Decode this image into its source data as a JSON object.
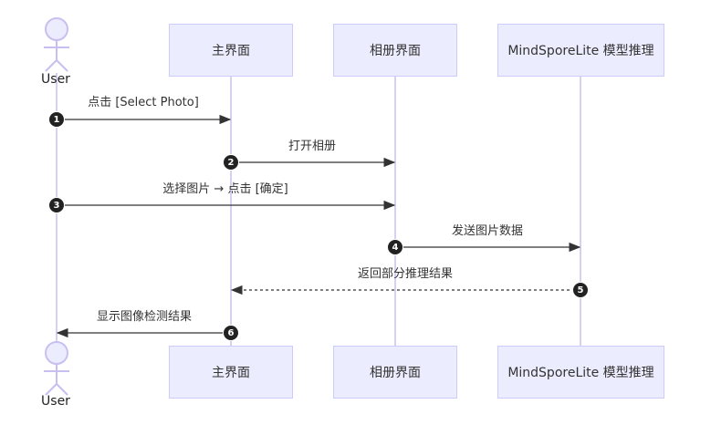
{
  "actors": {
    "user": "User",
    "main": "主界面",
    "album": "相册界面",
    "model": "MindSporeLite 模型推理"
  },
  "messages": [
    {
      "seq": "1",
      "label": "点击 [Select Photo]",
      "from": "user",
      "to": "main",
      "style": "solid"
    },
    {
      "seq": "2",
      "label": "打开相册",
      "from": "main",
      "to": "album",
      "style": "solid"
    },
    {
      "seq": "3",
      "label": "选择图片 → 点击 [确定]",
      "from": "user",
      "to": "album",
      "style": "solid"
    },
    {
      "seq": "4",
      "label": "发送图片数据",
      "from": "album",
      "to": "model",
      "style": "solid"
    },
    {
      "seq": "5",
      "label": "返回部分推理结果",
      "from": "model",
      "to": "main",
      "style": "dashed"
    },
    {
      "seq": "6",
      "label": "显示图像检测结果",
      "from": "main",
      "to": "user",
      "style": "solid"
    }
  ],
  "colors": {
    "box_fill": "#ECECFF",
    "box_border": "#CCCCFF",
    "lifeline": "#d8d0f0",
    "arrow": "#333333"
  }
}
